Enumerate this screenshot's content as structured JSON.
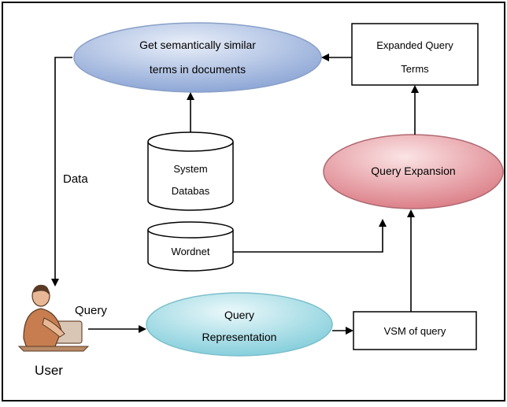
{
  "nodes": {
    "get_similar": {
      "line1": "Get  semantically  similar",
      "line2": "terms  in  documents"
    },
    "expanded_terms": {
      "line1": "Expanded Query",
      "line2": "Terms"
    },
    "system_db": {
      "line1": "System",
      "line2": "Databas"
    },
    "query_expansion": {
      "label": "Query  Expansion"
    },
    "wordnet": {
      "label": "Wordnet"
    },
    "query_repr": {
      "line1": "Query",
      "line2": "Representation"
    },
    "vsm": {
      "label": "VSM  of  query"
    },
    "user": {
      "label": "User"
    }
  },
  "edges": {
    "data_label": "Data",
    "query_label": "Query"
  },
  "colors": {
    "blue_ellipse": "#a9bfe2",
    "pink_ellipse": "#e89aa0",
    "cyan_ellipse": "#a3dde6",
    "stroke": "#000000"
  }
}
